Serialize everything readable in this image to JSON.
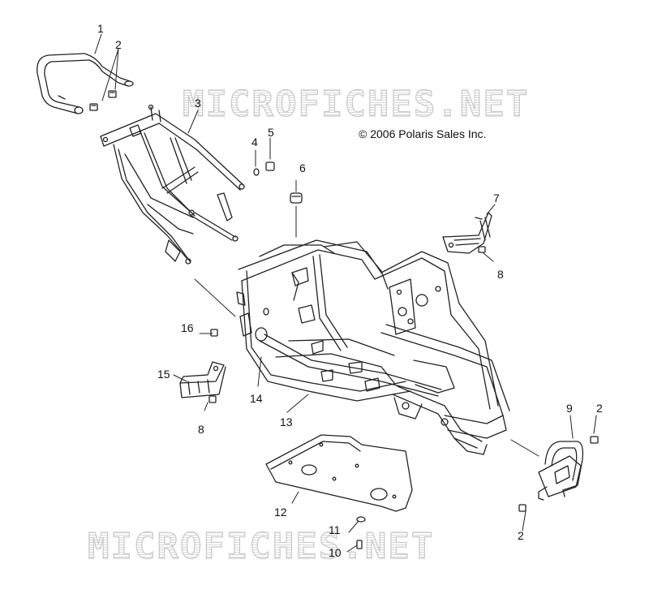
{
  "copyright": "© 2006 Polaris Sales Inc.",
  "watermark_text": "MICROFICHES.NET",
  "callouts": [
    "1",
    "2",
    "3",
    "4",
    "5",
    "6",
    "7",
    "8",
    "16",
    "15",
    "14",
    "8",
    "13",
    "12",
    "11",
    "10",
    "9",
    "2",
    "2"
  ]
}
